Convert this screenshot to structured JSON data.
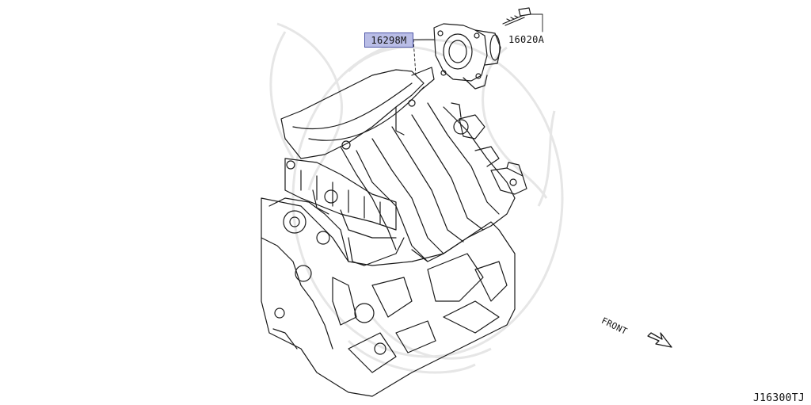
{
  "callouts": {
    "throttle_body_part": "16298M",
    "bolt_part": "16020A"
  },
  "orientation_label": "FRONT",
  "illustration_code": "J16300TJ",
  "colors": {
    "highlight_fill": "#b9bde6",
    "highlight_border": "#4f57a8",
    "line": "#1a1a1a",
    "watermark": "#e4e4e4"
  },
  "icons": [
    "engine-block",
    "intake-manifold",
    "throttle-body",
    "bolt",
    "front-arrow-icon",
    "watermark-logo"
  ]
}
